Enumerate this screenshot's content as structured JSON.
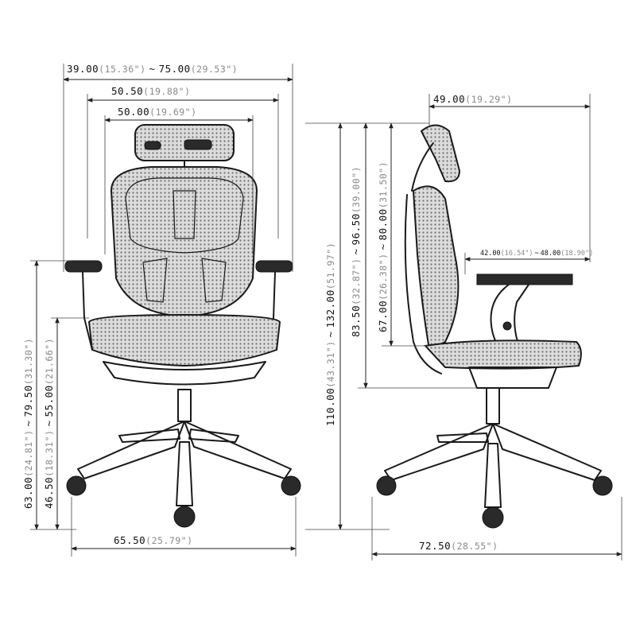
{
  "front_view": {
    "overall_width": {
      "value": "39.00",
      "inch": "(15.36\")",
      "sep": "~",
      "value2": "75.00",
      "inch2": "(29.53\")"
    },
    "back_width": {
      "value": "50.50",
      "inch": "(19.88\")"
    },
    "headrest_width": {
      "value": "50.00",
      "inch": "(19.69\")"
    },
    "armrest_height": {
      "value": "63.00",
      "inch": "(24.81\")",
      "sep": "~",
      "value2": "79.50",
      "inch2": "(31.30\")"
    },
    "seat_height": {
      "value": "46.50",
      "inch": "(18.31\")",
      "sep": "~",
      "value2": "55.00",
      "inch2": "(21.66\")"
    },
    "base_width": {
      "value": "65.50",
      "inch": "(25.79\")"
    }
  },
  "side_view": {
    "depth_top": {
      "value": "49.00",
      "inch": "(19.29\")"
    },
    "total_height": {
      "value": "110.00",
      "inch": "(43.31\")",
      "sep": "~",
      "value2": "132.00",
      "inch2": "(51.97\")"
    },
    "back_height_outer": {
      "value": "83.50",
      "inch": "(32.87\")",
      "sep": "~",
      "value2": "96.50",
      "inch2": "(39.00\")"
    },
    "back_height_inner": {
      "value": "67.00",
      "inch": "(26.38\")",
      "sep": "~",
      "value2": "80.00",
      "inch2": "(31.50\")"
    },
    "seat_depth": {
      "value": "42.00",
      "inch": "(16.54\")",
      "sep": "~",
      "value2": "48.00",
      "inch2": "(18.90\")"
    },
    "base_depth": {
      "value": "72.50",
      "inch": "(28.55\")"
    }
  },
  "colors": {
    "line": "#1a1a1a",
    "inch_text": "#8a8a8a",
    "main_text": "#111111"
  }
}
